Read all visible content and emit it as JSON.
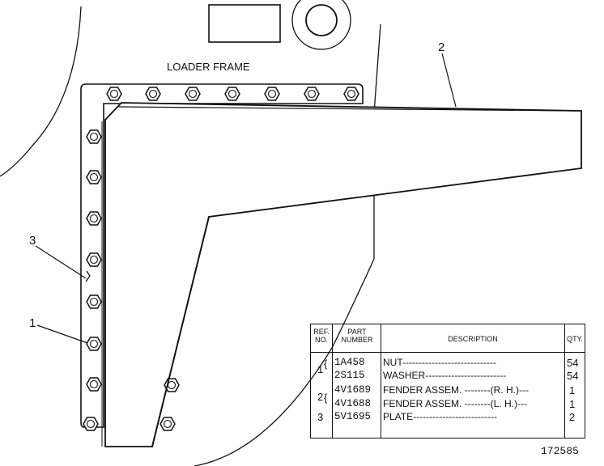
{
  "diagram": {
    "frame_label": "LOADER FRAME",
    "callouts": [
      {
        "id": "1",
        "text": "1"
      },
      {
        "id": "2",
        "text": "2"
      },
      {
        "id": "3",
        "text": "3"
      }
    ]
  },
  "parts_table": {
    "headers": {
      "ref_no": "REF. NO.",
      "part_number": "PART NUMBER",
      "description": "DESCRIPTION",
      "qty": "QTY."
    },
    "rows": [
      {
        "ref": "1",
        "part": "1A458",
        "desc": "NUT-----------------------------",
        "qty": "54"
      },
      {
        "ref": "",
        "part": "2S115",
        "desc": "WASHER-------------------------",
        "qty": "54"
      },
      {
        "ref": "2",
        "part": "4V1689",
        "desc": "FENDER ASSEM. --------(R. H.)---",
        "qty": "1"
      },
      {
        "ref": "",
        "part": "4V1688",
        "desc": "FENDER ASSEM. --------(L. H.)---",
        "qty": "1"
      },
      {
        "ref": "3",
        "part": "5V1695",
        "desc": "PLATE--------------------------",
        "qty": "2"
      }
    ]
  },
  "document_number": "172585"
}
